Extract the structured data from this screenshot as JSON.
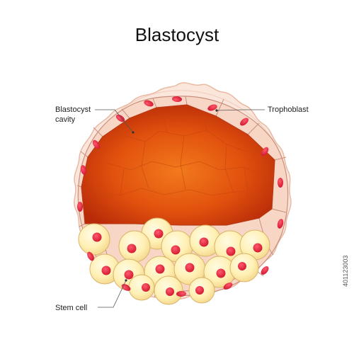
{
  "title": "Blastocyst",
  "labels": {
    "cavity_line1": "Blastocyst",
    "cavity_line2": "cavity",
    "trophoblast": "Trophoblast",
    "stem_cell": "Stem cell"
  },
  "stock_id": "401123003",
  "colors": {
    "membrane_fill": "#fbe6dc",
    "membrane_stroke": "#e9b9a4",
    "trophoblast_fill": "#f8d6c6",
    "trophoblast_stroke": "#c98f7b",
    "nucleus": "#e5213a",
    "cavity_center": "#f06a10",
    "cavity_edge": "#c9310b",
    "stem_cell_fill": "#fff0b0",
    "stem_cell_stroke": "#d9b46a"
  }
}
